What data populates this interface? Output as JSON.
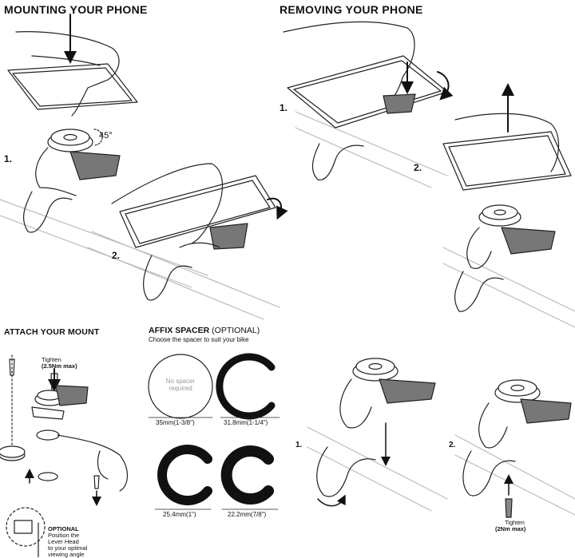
{
  "sections": {
    "mounting": {
      "title": "MOUNTING YOUR PHONE",
      "steps": [
        "1.",
        "2."
      ],
      "angle_label": "45°"
    },
    "removing": {
      "title": "REMOVING YOUR PHONE",
      "steps": [
        "1.",
        "2."
      ]
    },
    "attach": {
      "title": "ATTACH YOUR MOUNT",
      "tighten_label": "Tighten",
      "tighten_value": "(2.5Nm max)",
      "optional_title": "OPTIONAL",
      "optional_text": [
        "Position the",
        "Lever Head",
        "to your optimal",
        "viewing angle"
      ]
    },
    "affix": {
      "title": "AFFIX SPACER",
      "title_suffix": "(OPTIONAL)",
      "subtitle": "Choose the spacer to suit your bike",
      "spacers": [
        {
          "size": "35mm(1-3/8\")",
          "note": [
            "No spacer",
            "required"
          ]
        },
        {
          "size": "31.8mm(1-1/4\")"
        },
        {
          "size": "25.4mm(1\")"
        },
        {
          "size": "22.2mm(7/8\")"
        }
      ]
    },
    "final": {
      "steps": [
        "1.",
        "2."
      ],
      "tighten_label": "Tighten",
      "tighten_value": "(2Nm max)"
    }
  }
}
